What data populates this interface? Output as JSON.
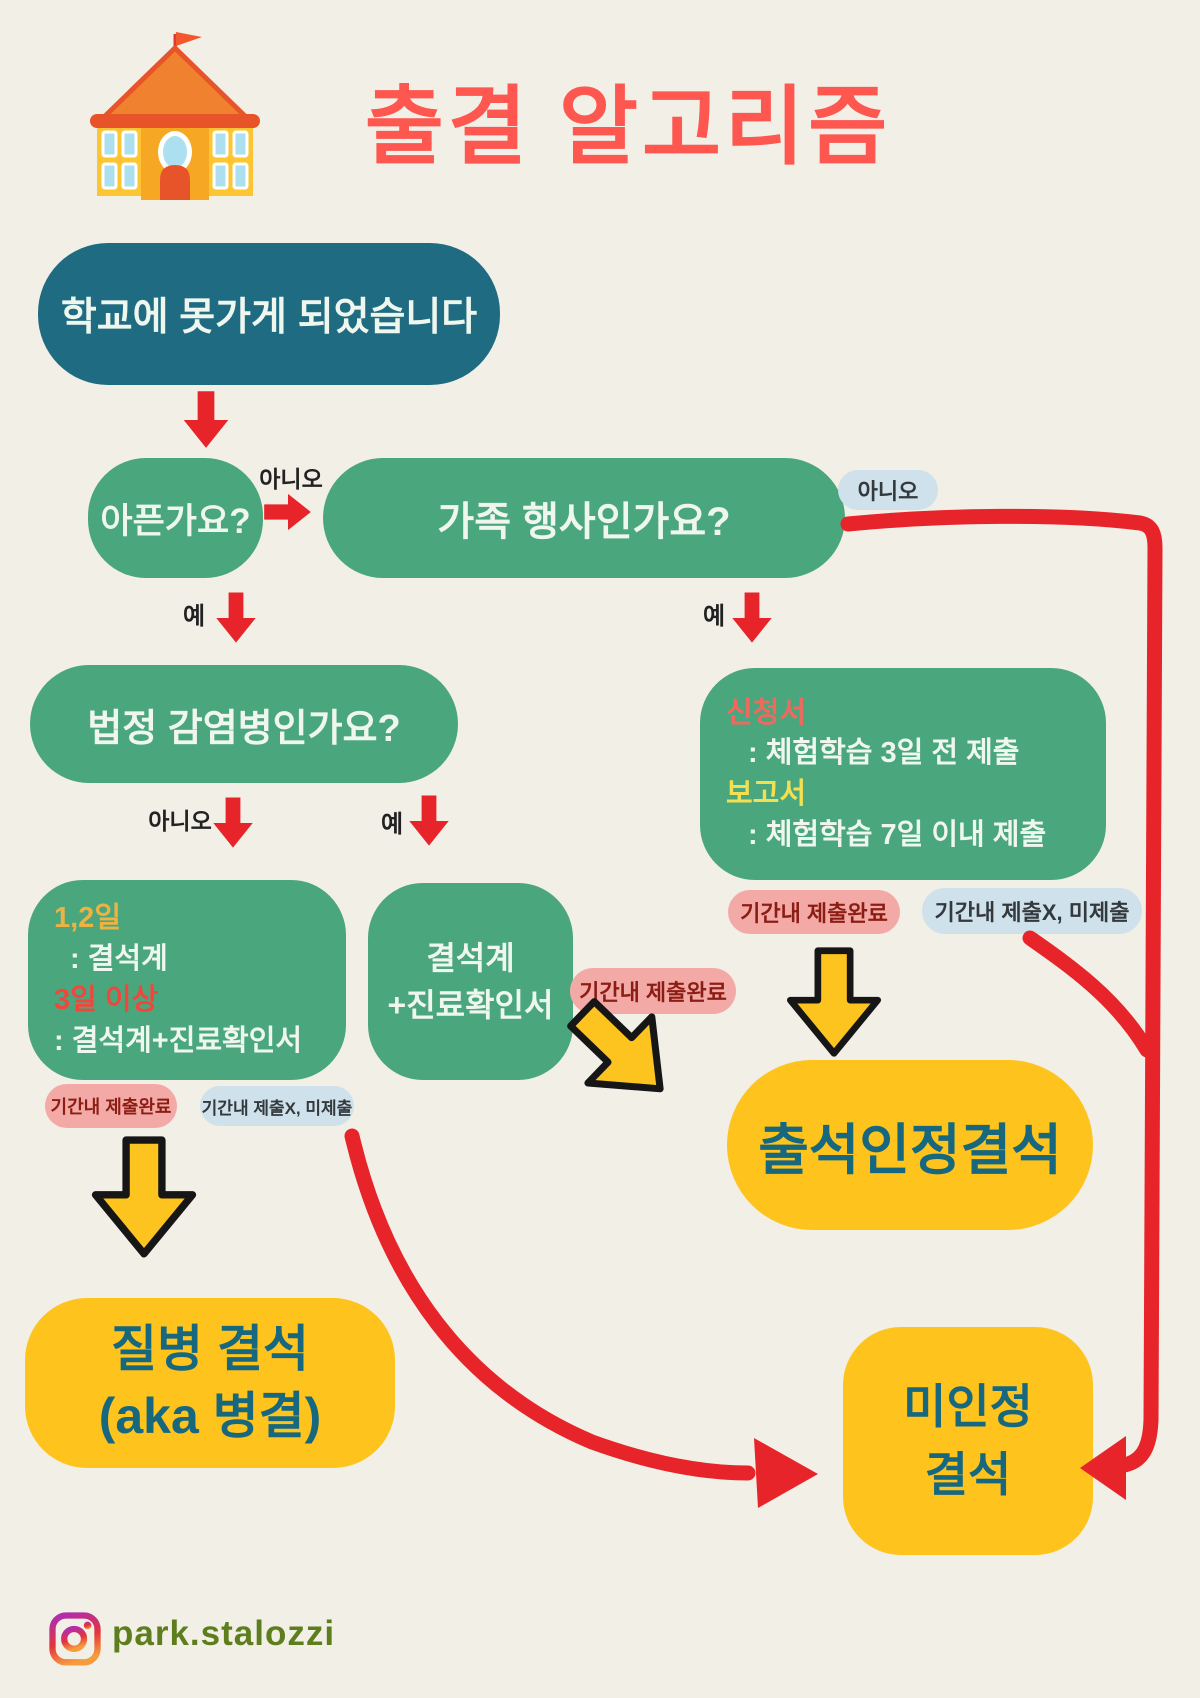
{
  "title": "출결 알고리즘",
  "header_icon": "school-building-icon",
  "start": "학교에 못가게 되었습니다",
  "questions": {
    "sick": "아픈가요?",
    "family_event": "가족 행사인가요?",
    "legal_disease": "법정 감염병인가요?"
  },
  "answers": {
    "yes": "예",
    "no": "아니오"
  },
  "boxes": {
    "absence_short": {
      "l1": "1,2일",
      "l2": ": 결석계",
      "l3": "3일 이상",
      "l4": ": 결석계+진료확인서"
    },
    "absence_cert": {
      "l1": "결석계",
      "l2": "+진료확인서"
    },
    "field_trip": {
      "l1": "신청서",
      "l2": ": 체험학습 3일 전 제출",
      "l3": "보고서",
      "l4": ": 체험학습 7일 이내 제출"
    }
  },
  "pills": {
    "submitted": "기간내 제출완료",
    "missed": "기간내 제출X, 미제출"
  },
  "results": {
    "illness": {
      "l1": "질병 결석",
      "l2": "(aka 병결)"
    },
    "recognized": "출석인정결석",
    "unrecognized": {
      "l1": "미인정",
      "l2": "결석"
    }
  },
  "footer": {
    "handle": "park.stalozzi",
    "icon": "instagram-icon"
  },
  "colors": {
    "background": "#f1efe6",
    "start_box": "#1e6b82",
    "question_box": "#4aa77d",
    "result_box": "#fec31c",
    "result_text": "#17687e",
    "arrow_red": "#e8242b",
    "title_red": "#fe5750",
    "pill_pink": "#f3aaa6",
    "pill_blue": "#cfe1eb",
    "highlight_yellow": "#ebb244",
    "highlight_red": "#f2463d",
    "highlight_salmon": "#f0695e",
    "highlight_lemon": "#f2df52",
    "handle_green": "#5e7e1d"
  }
}
